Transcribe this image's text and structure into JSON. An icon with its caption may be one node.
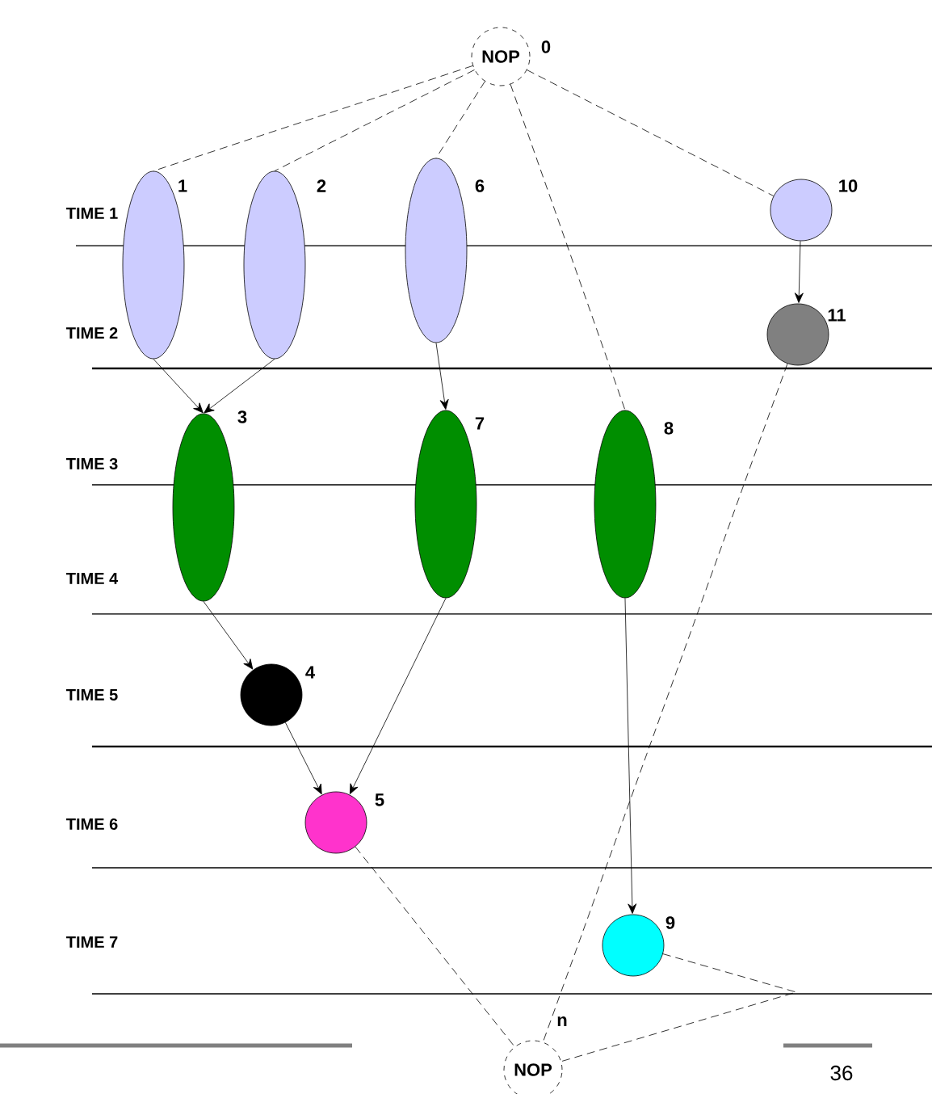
{
  "diagram": {
    "nodes": [
      {
        "text": [
          "NOP"
        ],
        "beside": [
          "0"
        ]
      },
      {
        "text": [],
        "shape": "ellipse",
        "beside": [
          "1"
        ]
      },
      {
        "text": [],
        "shape": "ellipse",
        "beside": [
          "2"
        ]
      },
      {
        "text": [],
        "shape": "ellipse",
        "beside": [
          "6"
        ]
      },
      {
        "text": [],
        "shape": "circle",
        "beside": [
          "10"
        ]
      },
      {
        "text": [],
        "shape": "circle",
        "beside": [
          "11"
        ]
      },
      {
        "text": [],
        "shape": "ellipse",
        "beside": [
          "3"
        ]
      },
      {
        "text": [],
        "shape": "ellipse",
        "beside": [
          "7"
        ]
      },
      {
        "text": [],
        "shape": "ellipse",
        "beside": [
          "8"
        ]
      },
      {
        "text": [],
        "shape": "circle",
        "beside": [
          "4"
        ]
      },
      {
        "text": [],
        "shape": "circle",
        "beside": [
          "5"
        ]
      },
      {
        "text": [],
        "shape": "circle",
        "beside": [
          "9"
        ]
      },
      {
        "text": [
          "NOP"
        ],
        "beside": [
          "n"
        ]
      }
    ],
    "edges": [
      {
        "from": 0,
        "to": 1,
        "arrow": "none",
        "style": "dashed"
      },
      {
        "from": 0,
        "to": 2,
        "arrow": "none",
        "style": "dashed"
      },
      {
        "from": 0,
        "to": 3,
        "arrow": "none",
        "style": "dashed"
      },
      {
        "from": 0,
        "to": 8,
        "arrow": "none",
        "style": "dashed"
      },
      {
        "from": 0,
        "to": 4,
        "arrow": "none",
        "style": "dashed"
      },
      {
        "from": 1,
        "to": 6,
        "arrow": "to"
      },
      {
        "from": 2,
        "to": 6,
        "arrow": "to"
      },
      {
        "from": 3,
        "to": 7,
        "arrow": "to"
      },
      {
        "from": 4,
        "to": 5,
        "arrow": "to"
      },
      {
        "from": 6,
        "to": 9,
        "arrow": "to"
      },
      {
        "from": 7,
        "to": 10,
        "arrow": "to"
      },
      {
        "from": 9,
        "to": 10,
        "arrow": "to"
      },
      {
        "from": 8,
        "to": 11,
        "arrow": "to"
      },
      {
        "from": 10,
        "to": 12,
        "arrow": "none",
        "style": "dashed"
      },
      {
        "from": 11,
        "to": 12,
        "arrow": "none",
        "style": "dashed"
      },
      {
        "from": 5,
        "to": 12,
        "arrow": "none",
        "style": "dashed"
      }
    ],
    "labels": [
      "TIME 1",
      "TIME 2",
      "TIME 3",
      "TIME 4",
      "TIME 5",
      "TIME 6",
      "TIME 7",
      "36"
    ]
  }
}
